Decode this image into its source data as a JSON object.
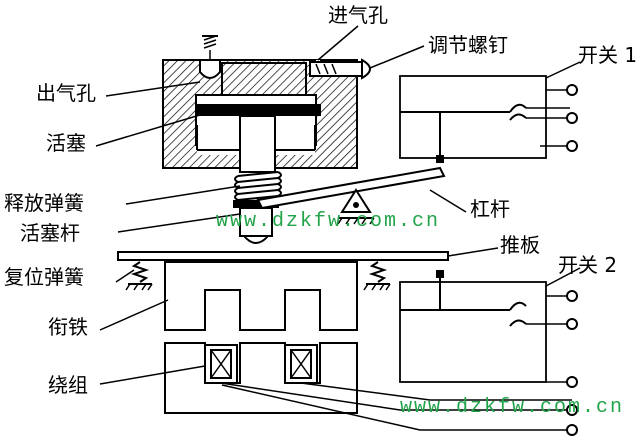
{
  "labels": {
    "inlet": "进气孔",
    "adjust_screw": "调节螺钉",
    "switch1": "开关 1",
    "outlet": "出气孔",
    "piston": "活塞",
    "release_spring": "释放弹簧",
    "piston_rod": "活塞杆",
    "lever": "杠杆",
    "push_plate": "推板",
    "reset_spring": "复位弹簧",
    "switch2": "开关 2",
    "armature": "衔铁",
    "winding": "绕组"
  },
  "watermarks": {
    "mid": "www.dzkfw.com.cn",
    "bottom": "www.dzkfw.com.cn"
  }
}
